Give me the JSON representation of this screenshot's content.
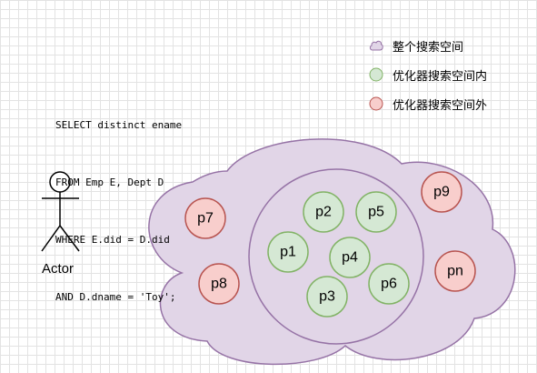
{
  "sql": {
    "lines": [
      "SELECT distinct ename",
      "FROM Emp E, Dept D",
      "WHERE E.did = D.did",
      "AND D.dname = 'Toy';"
    ]
  },
  "legend": {
    "items": [
      {
        "label": "整个搜索空间",
        "shape": "cloud-icon",
        "fill": "#e1d5e7",
        "stroke": "#9673a6"
      },
      {
        "label": "优化器搜索空间内",
        "shape": "circle-icon",
        "fill": "#d5e8d4",
        "stroke": "#82b366"
      },
      {
        "label": "优化器搜索空间外",
        "shape": "circle-icon",
        "fill": "#f8cecc",
        "stroke": "#b85450"
      }
    ]
  },
  "actor": {
    "label": "Actor"
  },
  "colors": {
    "cloud_fill": "#e1d5e7",
    "cloud_stroke": "#9673a6",
    "inside_fill": "#d5e8d4",
    "inside_stroke": "#82b366",
    "outside_fill": "#f8cecc",
    "outside_stroke": "#b85450"
  },
  "nodes": {
    "inside": [
      "p1",
      "p2",
      "p3",
      "p4",
      "p5",
      "p6"
    ],
    "outside": [
      "p7",
      "p8",
      "p9",
      "pn"
    ]
  }
}
